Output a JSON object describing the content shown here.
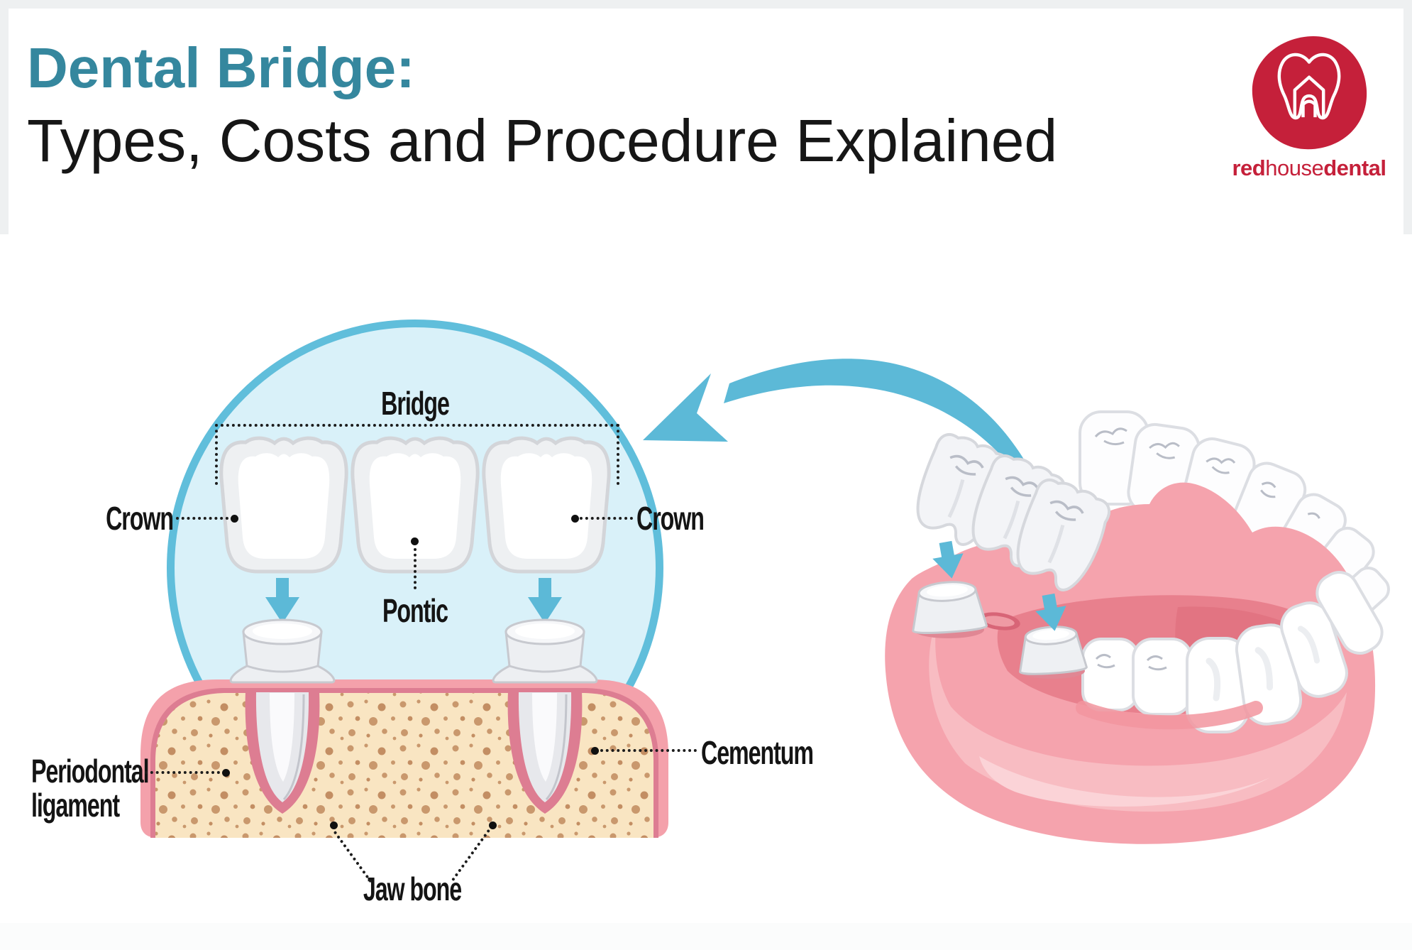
{
  "header": {
    "title_accent": "Dental Bridge:",
    "title_rest": "Types, Costs and Procedure Explained"
  },
  "logo": {
    "word_red": "red",
    "word_house": "house",
    "word_dental": "dental",
    "icon": "tooth-house-icon"
  },
  "labels": {
    "bridge": "Bridge",
    "crown_left": "Crown",
    "crown_right": "Crown",
    "pontic": "Pontic",
    "periodontal_line1": "Periodontal",
    "periodontal_line2": "ligament",
    "cementum": "Cementum",
    "jaw_bone": "Jaw bone"
  },
  "colors": {
    "accent_teal": "#35879e",
    "brand_red": "#c5203a",
    "circle_fill": "#d9f1f9",
    "circle_border": "#60bedb",
    "arrow_blue": "#5cb9d7",
    "gum_pink": "#f4a1ab",
    "gum_rose": "#dd7d92",
    "bone_tan": "#f9e5c2",
    "bone_speckle": "#c18a5e",
    "label_black": "#141414"
  }
}
